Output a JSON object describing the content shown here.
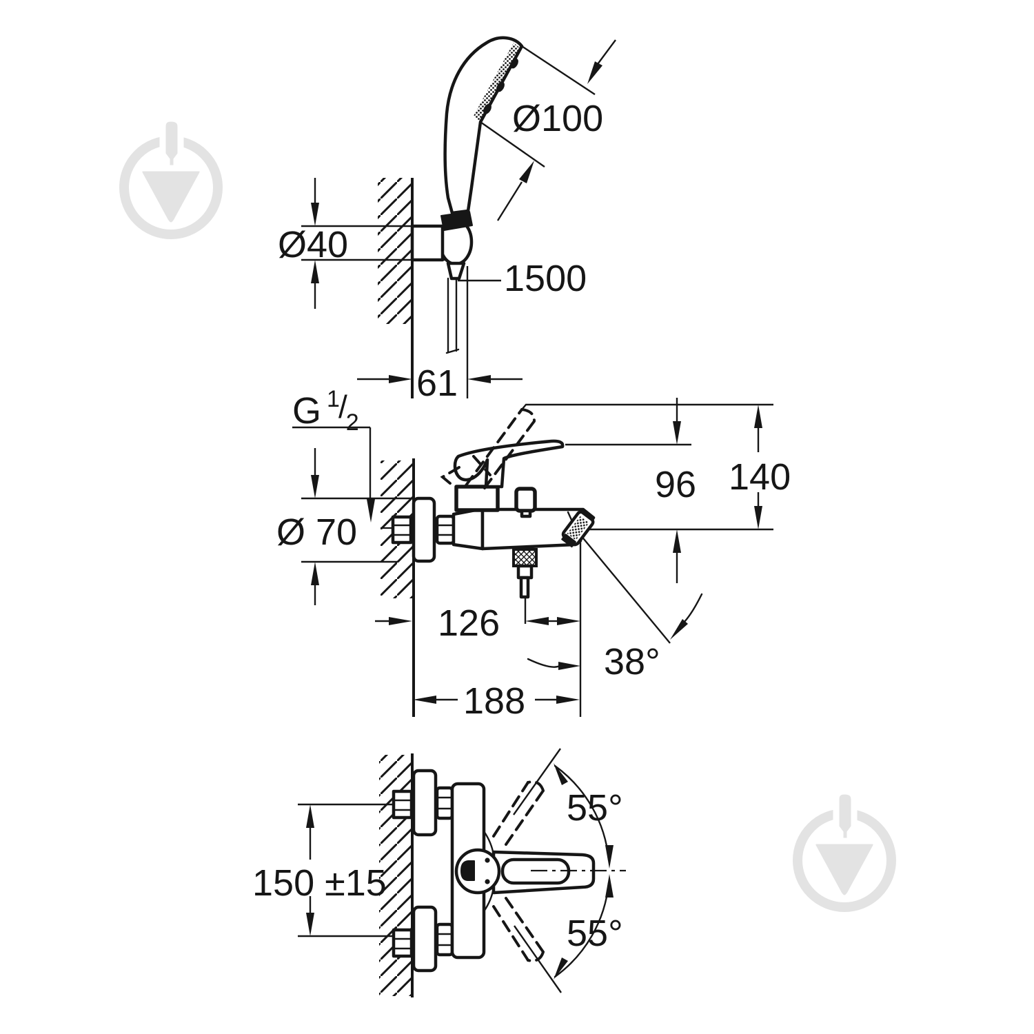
{
  "document": {
    "type": "technical-installation-drawing",
    "subject": "wall-mounted single-lever bath mixer with hand shower set",
    "background": "#ffffff",
    "line_color": "#161616",
    "watermark_color": "#e3e3e3"
  },
  "views": {
    "hand_shower": {
      "head_diameter": "Ø100",
      "holder_diameter": "Ø40",
      "hose_length": "1500",
      "holder_depth": "61"
    },
    "side": {
      "thread_g": "G",
      "thread_num": "1",
      "thread_slash": "/",
      "thread_den": "2",
      "escutcheon_diameter": "Ø 70",
      "height_to_spout": "96",
      "height_total": "140",
      "reach_diverter": "126",
      "spout_angle": "38°",
      "reach_total": "188"
    },
    "front": {
      "hole_distance": "150 ±15",
      "swing_top": "55°",
      "swing_bottom": "55°"
    }
  }
}
